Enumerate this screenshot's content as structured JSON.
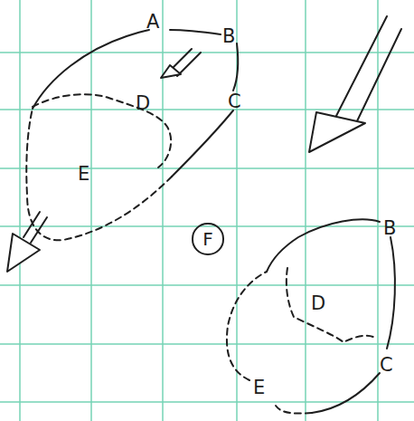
{
  "diagram": {
    "nodes": [
      {
        "text": [
          "F"
        ]
      }
    ],
    "labels": [
      "A",
      "B",
      "C",
      "D",
      "E",
      "B",
      "D",
      "C",
      "E"
    ]
  }
}
